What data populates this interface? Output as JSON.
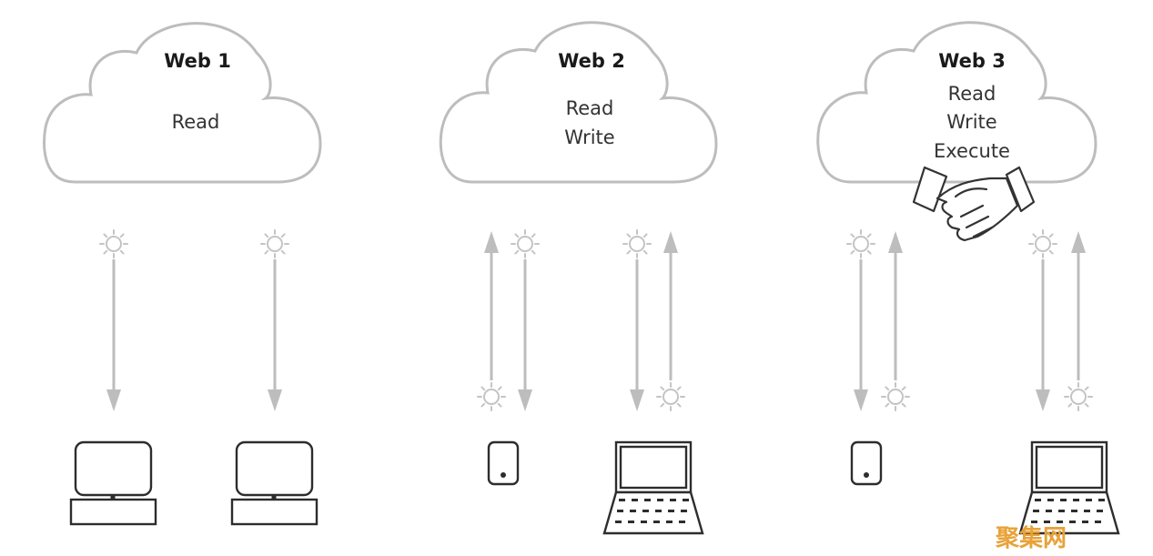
{
  "clouds": [
    {
      "title": "Web 1",
      "capabilities": [
        "Read"
      ]
    },
    {
      "title": "Web 2",
      "capabilities": [
        "Read",
        "Write"
      ]
    },
    {
      "title": "Web 3",
      "capabilities": [
        "Read",
        "Write",
        "Execute"
      ]
    }
  ],
  "icons": {
    "computer": "desktop-computer-icon",
    "phone": "mobile-phone-icon",
    "laptop": "laptop-icon",
    "data": "sun-node-icon",
    "handshake": "handshake-icon"
  },
  "colors": {
    "line": "#bdbdbd",
    "device": "#2d2d2d",
    "watermark": "#e8a238"
  },
  "watermark": "聚集网"
}
